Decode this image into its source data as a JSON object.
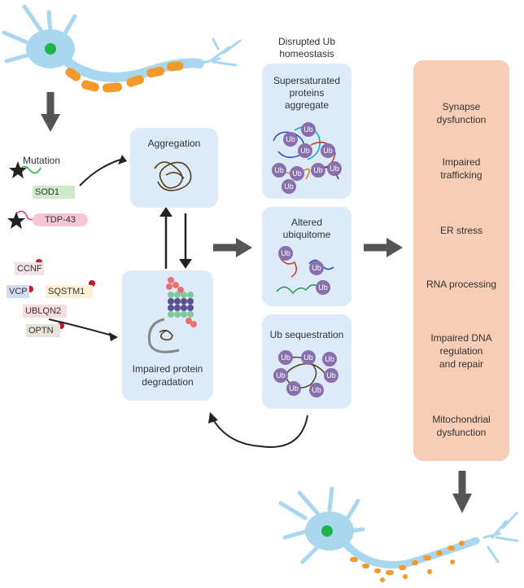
{
  "header": {
    "line1": "Disrupted Ub",
    "line2": "homeostasis"
  },
  "mutation": {
    "label": "Mutation",
    "sod1": "SOD1",
    "tdp43": "TDP-43",
    "ccnf": "CCNF",
    "vcp": "VCP",
    "sqstm1": "SQSTM1",
    "ubqln2": "UBLQN2",
    "optn": "OPTN"
  },
  "boxes": {
    "aggregation": "Aggregation",
    "degradation_1": "Impaired protein",
    "degradation_2": "degradation",
    "super_1": "Supersaturated",
    "super_2": "proteins",
    "super_3": "aggregate",
    "altered_1": "Altered",
    "altered_2": "ubiquitome",
    "sequestration": "Ub sequestration"
  },
  "ub_label": "Ub",
  "consequences": [
    {
      "line1": "Synapse",
      "line2": "dysfunction"
    },
    {
      "line1": "Impaired",
      "line2": "trafficking"
    },
    {
      "line1": "ER stress",
      "line2": ""
    },
    {
      "line1": "RNA processing",
      "line2": ""
    },
    {
      "line1": "Impaired DNA",
      "line2": "regulation",
      "line3": "and repair"
    },
    {
      "line1": "Mitochondrial",
      "line2": "dysfunction"
    }
  ],
  "colors": {
    "box_blue": "#dcebf7",
    "side_salmon": "#f8cdb5",
    "neuron_blue": "#a9d7ef",
    "myelin_orange": "#f49a2a",
    "nucleus_green": "#1fb34a",
    "arrow_grey": "#555555",
    "ub_purple": "#8a6fb0"
  }
}
